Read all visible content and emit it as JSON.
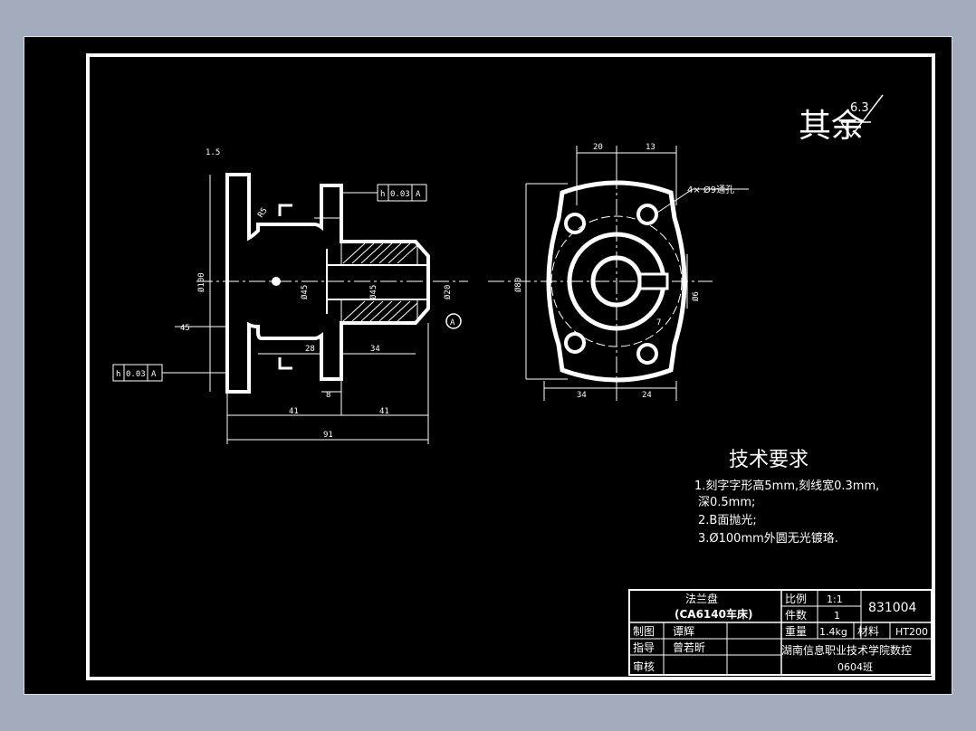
{
  "roughness": {
    "label": "其余",
    "value": "6.3"
  },
  "section_view": {
    "dims": {
      "d41a": "41",
      "d41b": "41",
      "d91": "91",
      "d28": "28",
      "d34": "34",
      "d8": "8",
      "phi100": "Ø100",
      "phi45a": "Ø45",
      "phi45b": "Ø45",
      "phi20": "Ø20",
      "r15": "1.5",
      "r5": "R5",
      "t45": "45"
    },
    "tol_top": {
      "symbol": "h",
      "value": "0.03",
      "datum": "A"
    },
    "tol_left": {
      "symbol": "h",
      "value": "0.03",
      "datum": "A"
    },
    "datum": "A"
  },
  "end_view": {
    "dims": {
      "d20": "20",
      "d13": "13",
      "d34": "34",
      "d24": "24",
      "d7": "7",
      "phi80": "Ø80",
      "phi6": "Ø6",
      "phi9": "Ø9"
    },
    "holes_note": "4×  Ø9通孔"
  },
  "requirements": {
    "title": "技术要求",
    "items": [
      "1.刻字字形高5mm,刻线宽0.3mm,",
      "深0.5mm;",
      "2.B面抛光;",
      "3.Ø100mm外圆无光镀珞."
    ]
  },
  "title_block": {
    "part_name": "法兰盘",
    "machine": "(CA6140车床)",
    "scale_label": "比例",
    "scale_value": "1:1",
    "qty_label": "件数",
    "qty_value": "1",
    "drawing_no": "831004",
    "weight_label": "重量",
    "weight_value": "1.4kg",
    "material_label": "材料",
    "material_value": "HT200",
    "drawn_label": "制图",
    "drawn_name": "谭辉",
    "guide_label": "指导",
    "guide_name": "曾若昕",
    "review_label": "审核",
    "school": "湖南信息职业技术学院数控",
    "class_name": "0604班"
  }
}
